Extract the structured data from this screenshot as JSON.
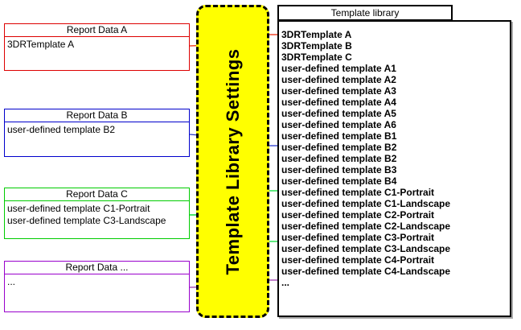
{
  "diagram": {
    "source_boxes": [
      {
        "title": "Report Data A",
        "items": [
          "3DRTemplate A"
        ],
        "border_color": "#dd0000"
      },
      {
        "title": "Report Data B",
        "items": [
          "user-defined template B2"
        ],
        "border_color": "#0000cc"
      },
      {
        "title": "Report Data C",
        "items": [
          "user-defined template C1-Portrait",
          "user-defined template C3-Landscape"
        ],
        "border_color": "#00cc00"
      },
      {
        "title": "Report Data ...",
        "items": [
          "..."
        ],
        "border_color": "#9900cc"
      }
    ],
    "settings_panel": {
      "label": "Template Library Settings",
      "background_color": "#ffff00",
      "border_color": "#000000"
    },
    "library": {
      "title": "Template library",
      "items": [
        "3DRTemplate A",
        "3DRTemplate B",
        "3DRTemplate C",
        "user-defined template A1",
        "user-defined template A2",
        "user-defined template A3",
        "user-defined template A4",
        "user-defined template A5",
        "user-defined template A6",
        "user-defined template B1",
        "user-defined template B2",
        "user-defined template B2",
        "user-defined template B3",
        "user-defined template B4",
        "user-defined template C1-Portrait",
        "user-defined template C1-Landscape",
        "user-defined template C2-Portrait",
        "user-defined template C2-Landscape",
        "user-defined template C3-Portrait",
        "user-defined template C3-Landscape",
        "user-defined template C4-Portrait",
        "user-defined template C4-Landscape",
        "..."
      ]
    },
    "connector_colors": {
      "a": "#ee2200",
      "b": "#2233cc",
      "c": "#00dd33",
      "d": "#9933aa"
    }
  }
}
